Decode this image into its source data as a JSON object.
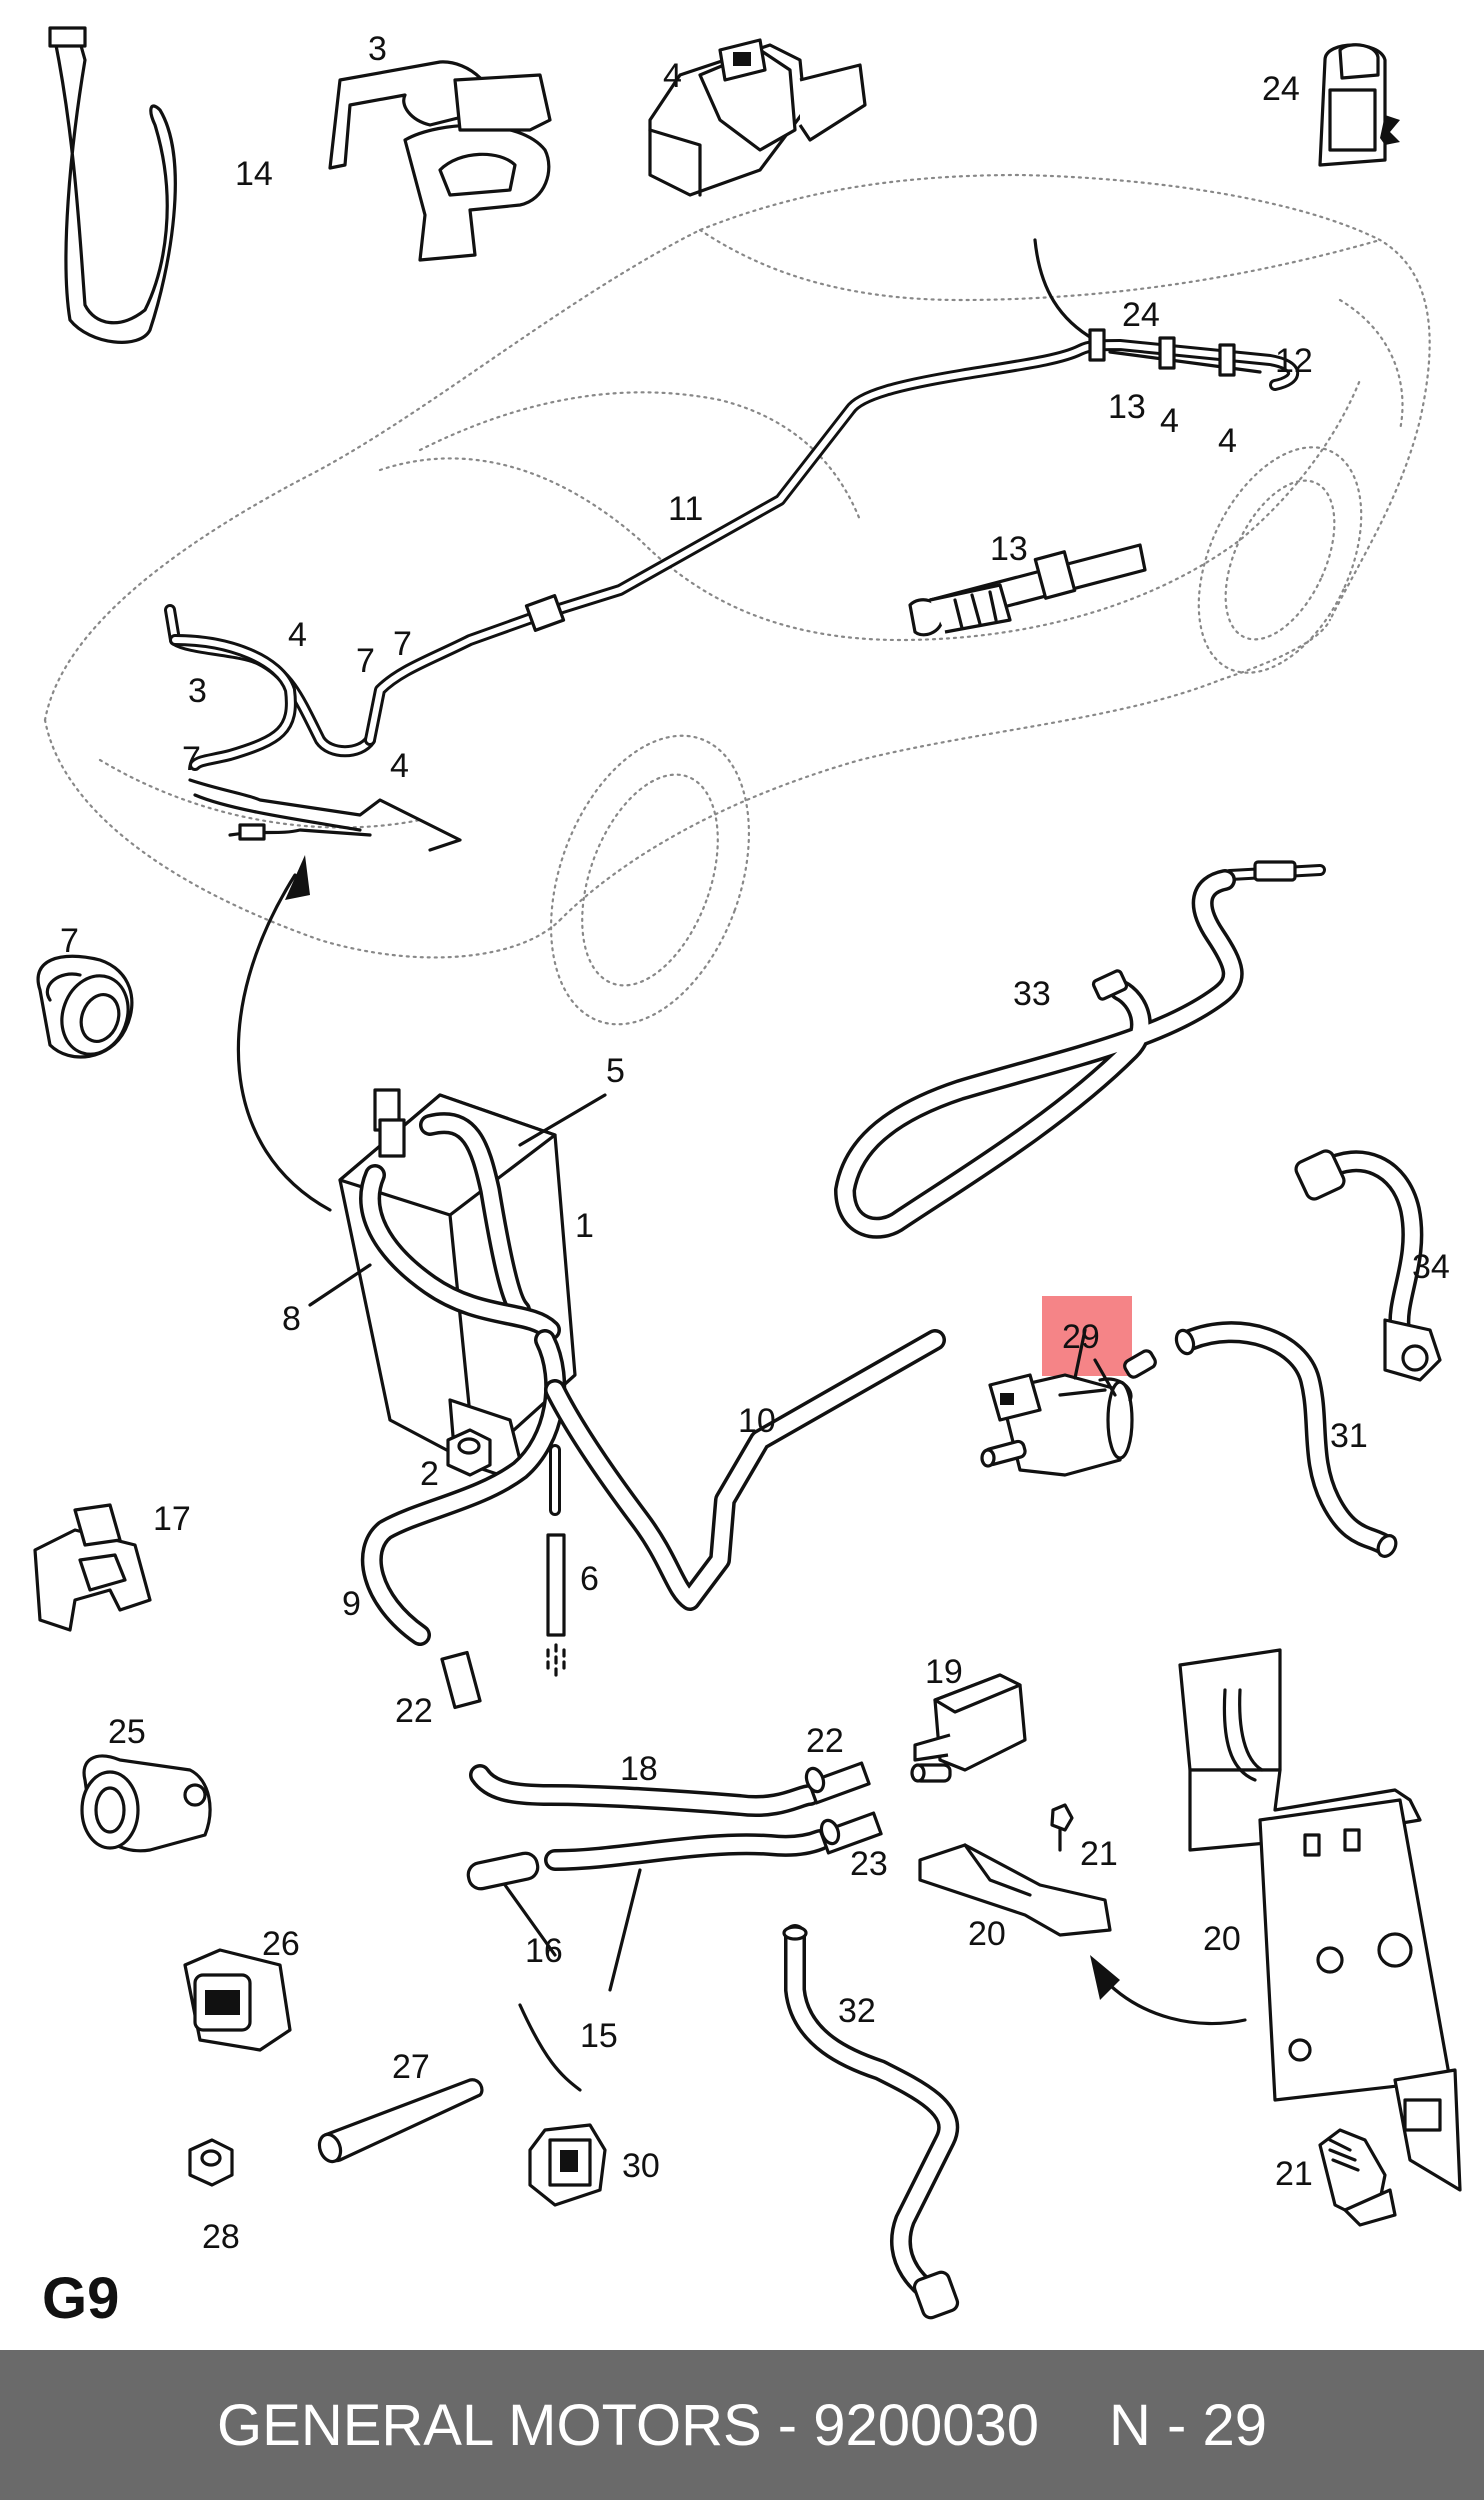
{
  "sheet_code": "G9",
  "footer": {
    "part_info": "GENERAL MOTORS - 9200030",
    "part_ref": "N - 29"
  },
  "highlight_color": "#f4777a",
  "labels": {
    "l1": "1",
    "l2": "2",
    "l3a": "3",
    "l3b": "3",
    "l4a": "4",
    "l4b": "4",
    "l4c": "4",
    "l4d": "4",
    "l4e": "4",
    "l5": "5",
    "l6": "6",
    "l7a": "7",
    "l7b": "7",
    "l7c": "7",
    "l7d": "7",
    "l8": "8",
    "l9": "9",
    "l10": "10",
    "l11": "11",
    "l12": "12",
    "l13a": "13",
    "l13b": "13",
    "l14": "14",
    "l15": "15",
    "l16": "16",
    "l17": "17",
    "l18": "18",
    "l19": "19",
    "l20a": "20",
    "l20b": "20",
    "l21a": "21",
    "l21b": "21",
    "l22a": "22",
    "l22b": "22",
    "l23": "23",
    "l24a": "24",
    "l24b": "24",
    "l25": "25",
    "l26": "26",
    "l27": "27",
    "l28": "28",
    "l29": "29",
    "l30": "30",
    "l31": "31",
    "l32": "32",
    "l33": "33",
    "l34": "34"
  }
}
